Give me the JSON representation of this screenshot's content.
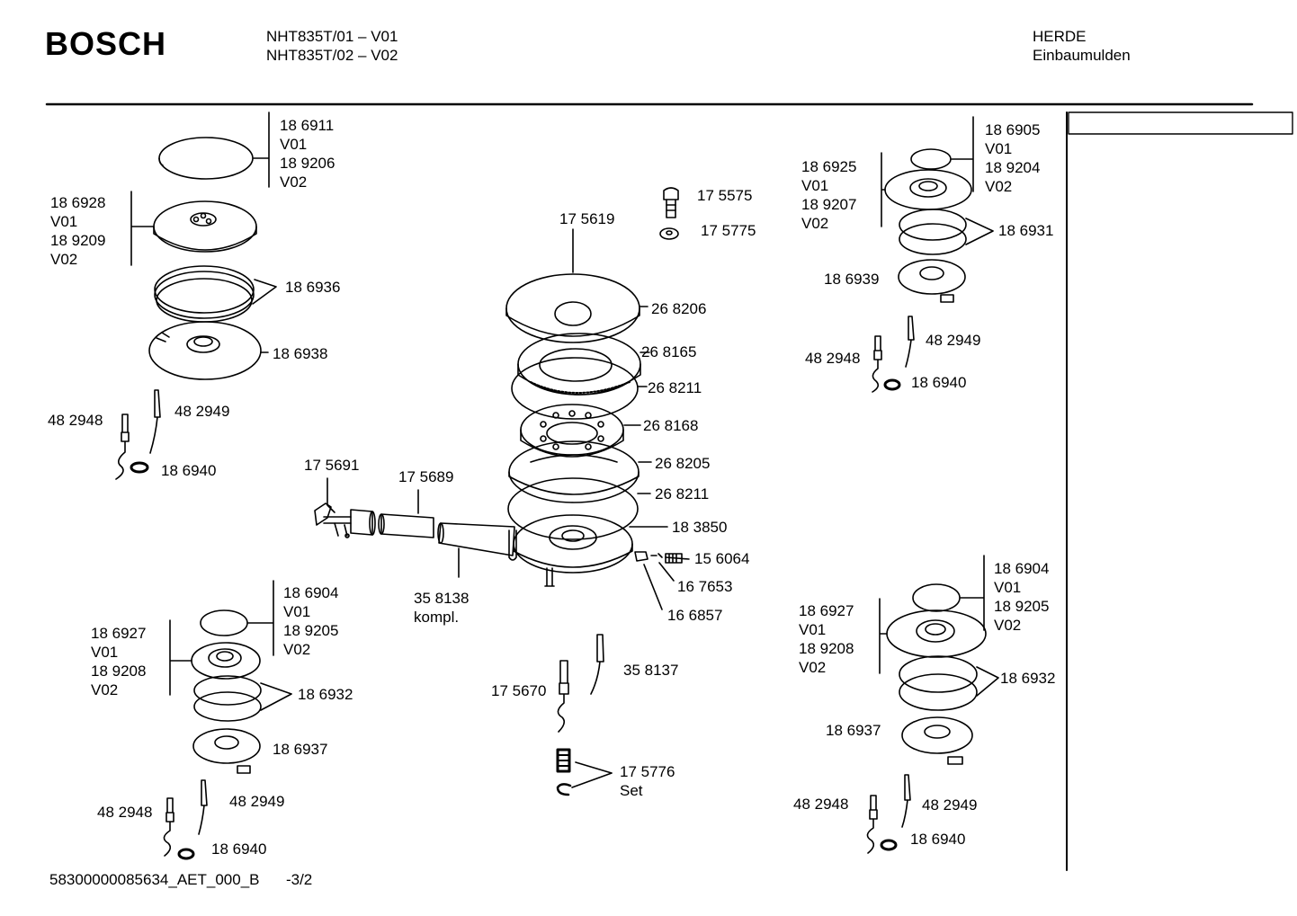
{
  "header": {
    "brand": "BOSCH",
    "models": [
      "NHT835T/01 – V01",
      "NHT835T/02 – V02"
    ],
    "category": [
      "HERDE",
      "Einbaumulden"
    ]
  },
  "footer": {
    "doc_id": "58300000085634_AET_000_B",
    "page": "-3/2"
  },
  "labels": {
    "tl_cap": [
      "18 6911",
      "V01",
      "18 9206",
      "V02"
    ],
    "tl_head": [
      "18 6928",
      "V01",
      "18 9209",
      "V02"
    ],
    "tl_ring": "18 6936",
    "tl_base": "18 6938",
    "tl_igniter": "48 2948",
    "tl_thermo": "48 2949",
    "tl_washer": "18 6940",
    "c_screw": "17 5575",
    "c_screw_washer": "17 5775",
    "c_cap": "17 5619",
    "c_cover": "26 8206",
    "c_ring1": "26 8165",
    "c_oring1": "26 8211",
    "c_crown": "26 8168",
    "c_plate": "26 8205",
    "c_oring2": "26 8211",
    "c_body": "18 3850",
    "c_nozzle": "15 6064",
    "c_spring": "16 7653",
    "c_clip": "16 6857",
    "c_valve": "17 5691",
    "c_pipe": "17 5689",
    "c_kompl": [
      "35 8138",
      "kompl."
    ],
    "c_probe": "35 8137",
    "c_igniter": "17 5670",
    "c_set": [
      "17 5776",
      "Set"
    ],
    "tr_cap": [
      "18 6905",
      "V01",
      "18 9204",
      "V02"
    ],
    "tr_head": [
      "18 6925",
      "V01",
      "18 9207",
      "V02"
    ],
    "tr_ring": "18 6931",
    "tr_base": "18 6939",
    "tr_igniter": "48 2948",
    "tr_thermo": "48 2949",
    "tr_washer": "18 6940",
    "bl_cap": [
      "18 6904",
      "V01",
      "18 9205",
      "V02"
    ],
    "bl_head": [
      "18 6927",
      "V01",
      "18 9208",
      "V02"
    ],
    "bl_ring": "18 6932",
    "bl_base": "18 6937",
    "bl_igniter": "48 2948",
    "bl_thermo": "48 2949",
    "bl_washer": "18 6940",
    "br_cap": [
      "18 6904",
      "V01",
      "18 9205",
      "V02"
    ],
    "br_head": [
      "18 6927",
      "V01",
      "18 9208",
      "V02"
    ],
    "br_ring": "18 6932",
    "br_base": "18 6937",
    "br_igniter": "48 2948",
    "br_thermo": "48 2949",
    "br_washer": "18 6940"
  }
}
